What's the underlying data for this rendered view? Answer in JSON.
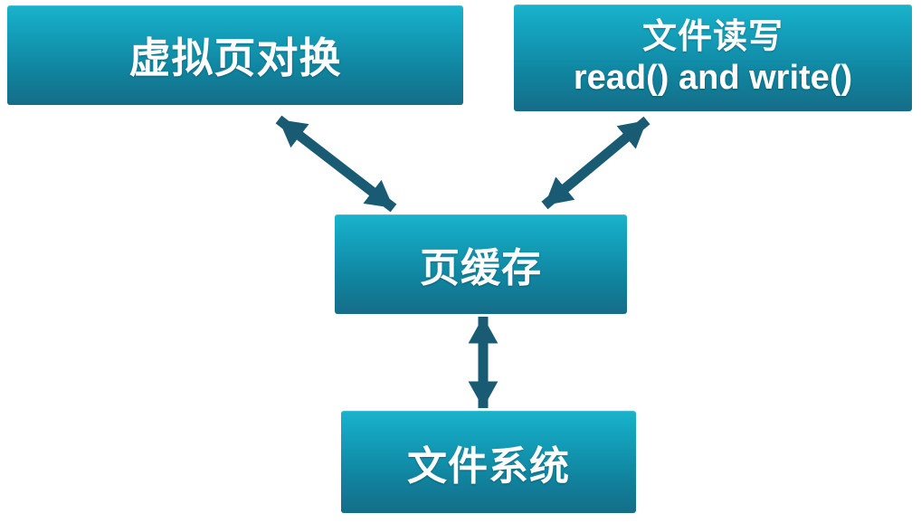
{
  "diagram": {
    "title": "page-cache-relationship-diagram",
    "nodes": [
      {
        "id": "virtual-page-swap",
        "label": "虚拟页对换"
      },
      {
        "id": "file-read-write",
        "label": "文件读写",
        "sublabel": "read() and write()"
      },
      {
        "id": "page-cache",
        "label": "页缓存"
      },
      {
        "id": "file-system",
        "label": "文件系统"
      }
    ],
    "edges": [
      {
        "from": "virtual-page-swap",
        "to": "page-cache",
        "bidirectional": true
      },
      {
        "from": "file-read-write",
        "to": "page-cache",
        "bidirectional": true
      },
      {
        "from": "page-cache",
        "to": "file-system",
        "bidirectional": true
      }
    ],
    "colors": {
      "box_gradient_top": "#1ab3cb",
      "box_gradient_bottom": "#156d88",
      "arrow": "#1a5b74",
      "text": "#ffffff",
      "background": "#ffffff"
    }
  }
}
